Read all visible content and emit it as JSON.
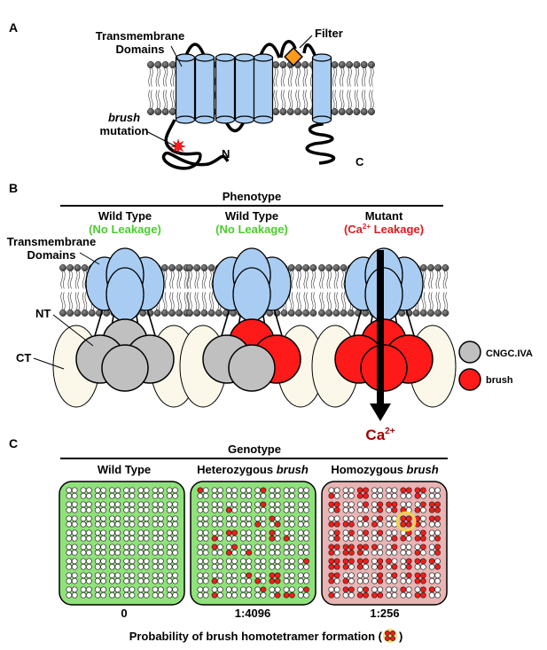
{
  "panelA": {
    "label": "A",
    "tm_label_1": "Transmembrane",
    "tm_label_2": "Domains",
    "filter_label": "Filter",
    "brush_label_1": "brush",
    "brush_label_2": "mutation",
    "n_label": "N",
    "c_label": "C"
  },
  "panelB": {
    "label": "B",
    "header": "Phenotype",
    "cols": [
      {
        "title": "Wild Type",
        "sub": "(No Leakage)"
      },
      {
        "title": "Wild Type",
        "sub": "(No Leakage)"
      },
      {
        "title": "Mutant",
        "sub_pre": "(Ca",
        "sub_sup": "2+",
        "sub_post": " Leakage)"
      }
    ],
    "tm_label_1": "Transmembrane",
    "tm_label_2": "Domains",
    "nt_label": "NT",
    "ct_label": "CT",
    "ca_label": "Ca",
    "ca_sup": "2+",
    "legend": [
      {
        "label": "CNGC.IVA",
        "color": "#c0c0c0"
      },
      {
        "label": "brush",
        "color": "#ff1a1a"
      }
    ]
  },
  "panelC": {
    "label": "C",
    "header": "Genotype",
    "cols": [
      {
        "title": "Wild Type",
        "title_italic": "",
        "prob": "0",
        "bg": "#8fe27a"
      },
      {
        "title": "Heterozygous ",
        "title_italic": "brush",
        "prob": "1:4096",
        "bg": "#8fe27a"
      },
      {
        "title": "Homozygous ",
        "title_italic": "brush",
        "prob": "1:256",
        "bg": "#e8b4b4"
      }
    ],
    "caption_pre": "Probability of brush homotetramer formation (",
    "caption_post": ")"
  },
  "colors": {
    "tm_blue": "#a9cdf2",
    "brush_red": "#ff1a1a",
    "wt_gray": "#c0c0c0",
    "ct_cream": "#fbf8ea",
    "filter_orange": "#ff9a1a",
    "green_text": "#4ccc2f",
    "red_text": "#e0191f",
    "ca_text": "#a40000",
    "grid_green": "#8fe27a",
    "grid_pink": "#e8b4b4",
    "highlight": "#f0d24a"
  }
}
